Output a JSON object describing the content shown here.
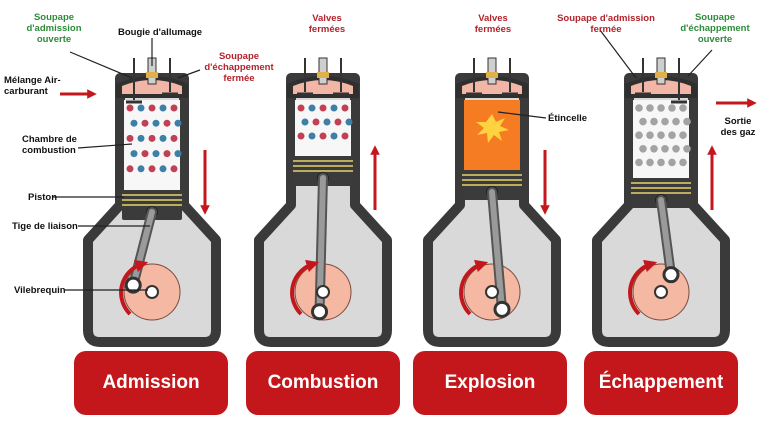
{
  "labels": {
    "intake_valve_open": "Soupape d'admission ouverte",
    "spark_plug": "Bougie d'allumage",
    "exhaust_valve_closed": "Soupape d'échappement fermée",
    "air_fuel_mix": "Mélange Air-carburant",
    "combustion_chamber": "Chambre de combustion",
    "piston": "Piston",
    "connecting_rod": "Tige de liaison",
    "crankshaft": "Vilebrequin",
    "valves_closed_1": "Valves fermées",
    "valves_closed_2": "Valves fermées",
    "spark": "Étincelle",
    "intake_valve_closed": "Soupape d'admission fermée",
    "exhaust_valve_open": "Soupape d'échappement ouverte",
    "gas_exit": "Sortie des gaz"
  },
  "strokes": [
    {
      "name": "Admission"
    },
    {
      "name": "Combustion"
    },
    {
      "name": "Explosion"
    },
    {
      "name": "Échappement"
    }
  ],
  "colors": {
    "stroke_button": "#c4171c",
    "engine_wall": "#3a3a3a",
    "casing_fill": "#d9d9d9",
    "crank_fill": "#f4b8a3",
    "arrow_red": "#c4171c",
    "explosion_fill": "#f57c22",
    "molecule_red": "#c24055",
    "molecule_blue": "#3d7fa6",
    "label_green": "#2e8b3a",
    "label_red": "#b3232b"
  },
  "icons": [
    "spark-plug-icon",
    "piston-icon",
    "crankshaft-icon",
    "rotation-arrow-icon",
    "motion-arrow-icon",
    "spark-burst-icon"
  ]
}
